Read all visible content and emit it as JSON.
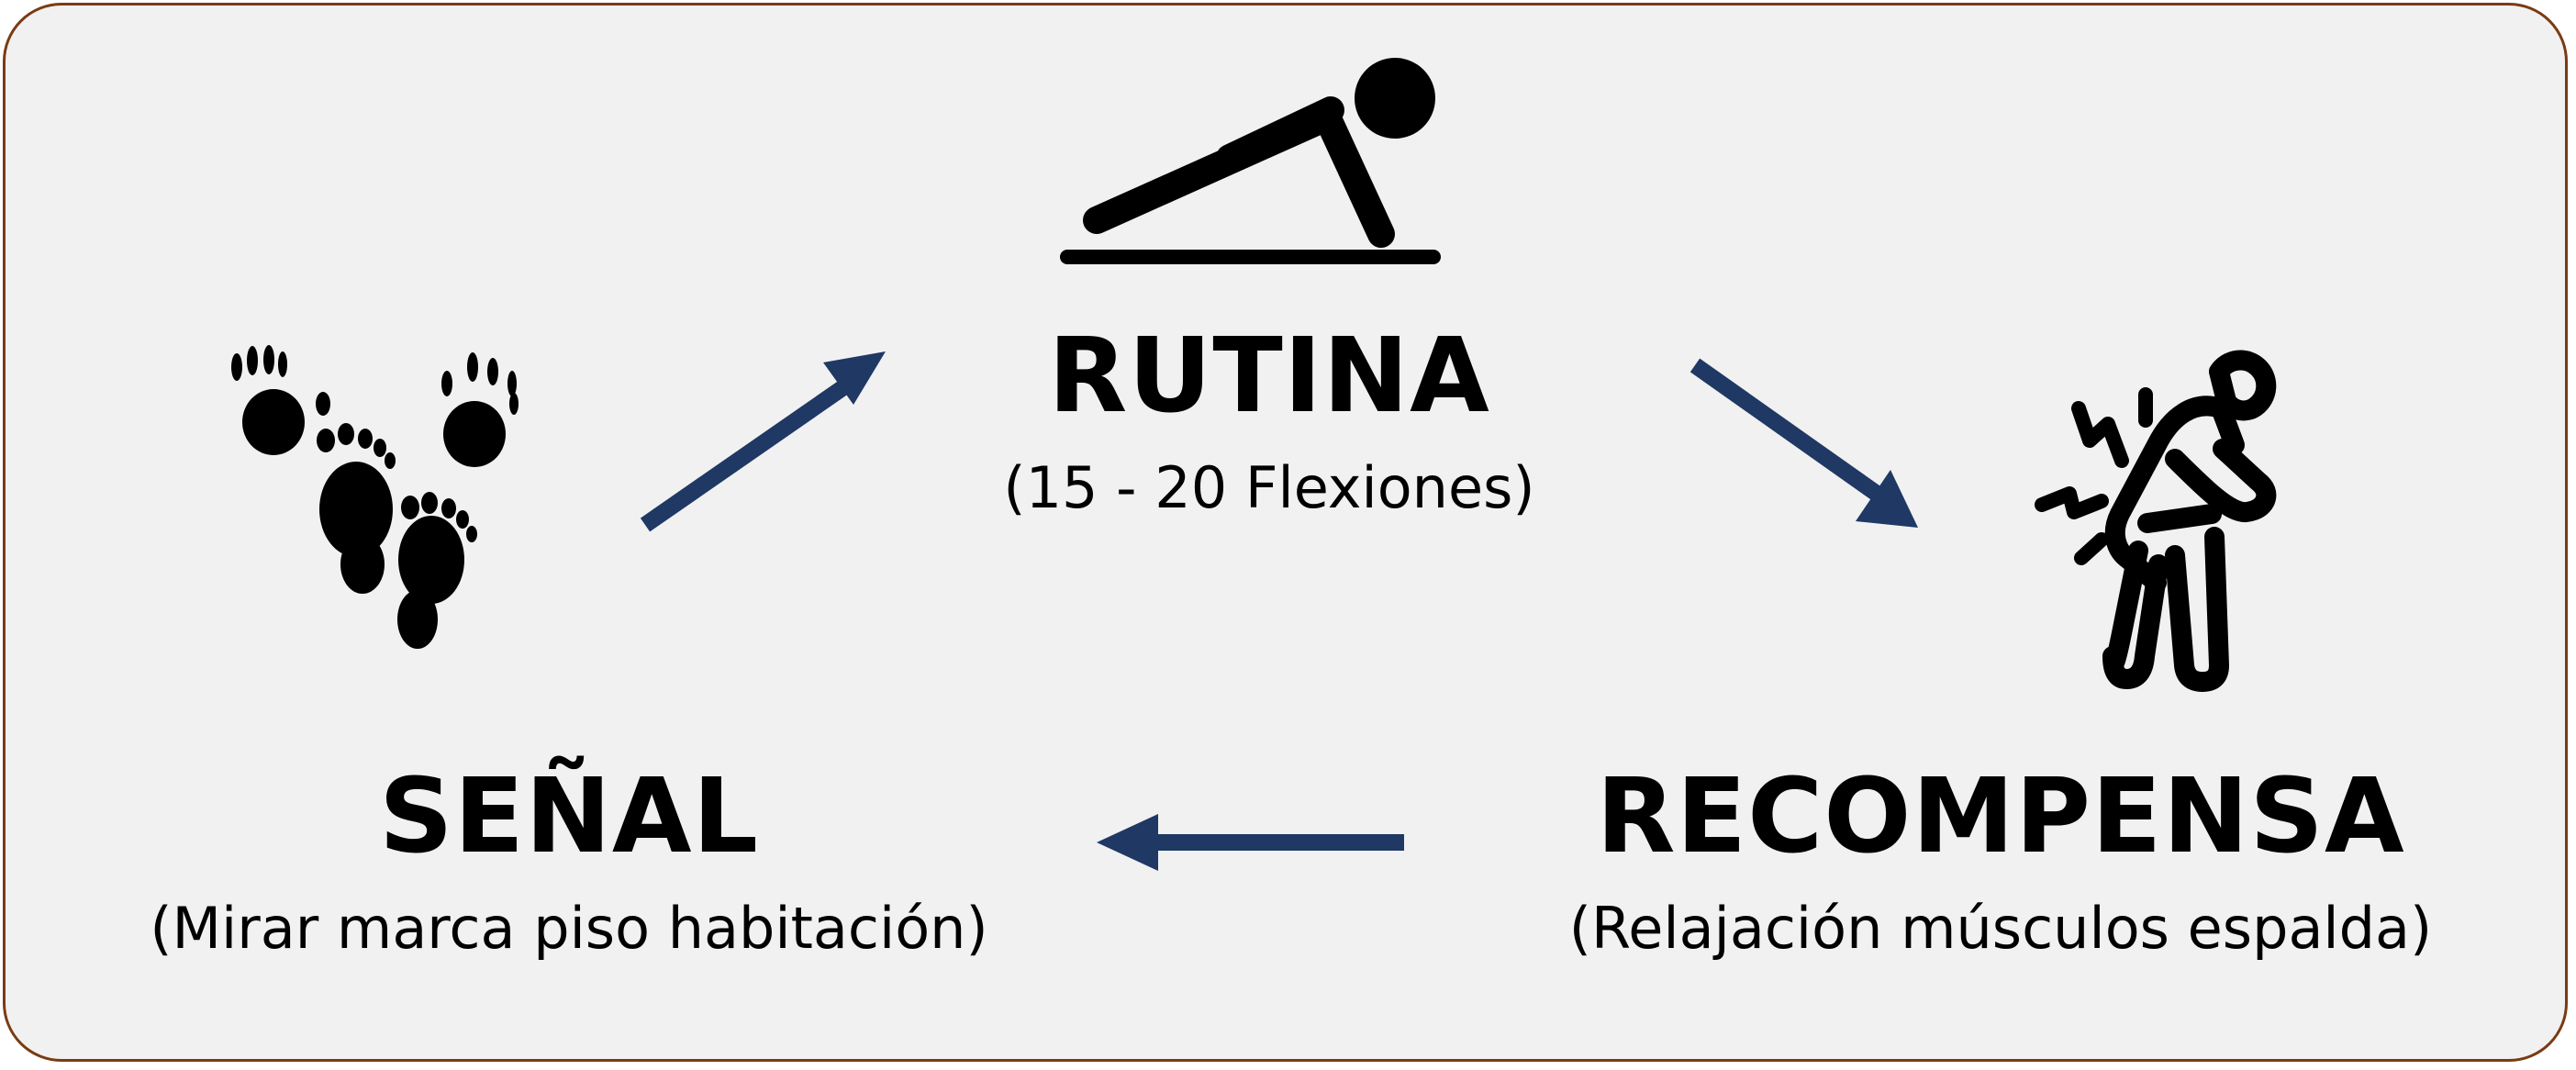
{
  "routine": {
    "title": "RUTINA",
    "subtitle": "(15 - 20 Flexiones)",
    "icon": "pushup-icon"
  },
  "cue": {
    "title": "SEÑAL",
    "subtitle": "(Mirar marca piso habitación)",
    "icon": "footprints-icon"
  },
  "reward": {
    "title": "RECOMPENSA",
    "subtitle": "(Relajación músculos espalda)",
    "icon": "back-pain-icon"
  },
  "colors": {
    "panel_background": "#f1f1f1",
    "panel_border": "#7a3b12",
    "arrow": "#1f3864",
    "text": "#000000"
  }
}
